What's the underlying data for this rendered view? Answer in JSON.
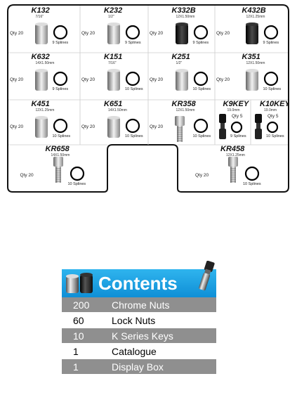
{
  "tray": {
    "items": [
      {
        "code": "K132",
        "size": "7/16\"",
        "qty": "Qty 20",
        "splines": "9 Splines",
        "part": "nut-chrome"
      },
      {
        "code": "K232",
        "size": "1/2\"",
        "qty": "Qty 20",
        "splines": "9 Splines",
        "part": "nut-chrome"
      },
      {
        "code": "K332B",
        "size": "12X1.50mm",
        "qty": "Qty 20",
        "splines": "9 Splines",
        "part": "nut-black"
      },
      {
        "code": "K432B",
        "size": "12X1.25mm",
        "qty": "Qty 20",
        "splines": "9 Splines",
        "part": "nut-black"
      },
      {
        "code": "K632",
        "size": "14X1.50mm",
        "qty": "Qty 20",
        "splines": "9 Splines",
        "part": "nut-chrome"
      },
      {
        "code": "K151",
        "size": "7/16\"",
        "qty": "Qty 20",
        "splines": "10 Splines",
        "part": "nut-chrome"
      },
      {
        "code": "K251",
        "size": "1/2\"",
        "qty": "Qty 20",
        "splines": "10 Splines",
        "part": "nut-chrome"
      },
      {
        "code": "K351",
        "size": "12X1.50mm",
        "qty": "Qty 20",
        "splines": "10 Splines",
        "part": "nut-chrome"
      },
      {
        "code": "K451",
        "size": "12X1.25mm",
        "qty": "Qty 20",
        "splines": "10 Splines",
        "part": "nut-chrome"
      },
      {
        "code": "K651",
        "size": "14X1.50mm",
        "qty": "Qty 20",
        "splines": "10 Splines",
        "part": "nut-chrome"
      },
      {
        "code": "KR358",
        "size": "12X1.50mm",
        "qty": "Qty 20",
        "splines": "10 Splines",
        "part": "bolt"
      },
      {
        "code": "K9KEY",
        "size": "19.0mm",
        "qty": "Qty 5",
        "splines": "9 Splines",
        "part": "key"
      },
      {
        "code": "K10KEY",
        "size": "19.0mm",
        "qty": "Qty 5",
        "splines": "10 Splines",
        "part": "key"
      },
      {
        "code": "KR658",
        "size": "14X1.50mm",
        "qty": "Qty 20",
        "splines": "10 Splines",
        "part": "bolt"
      },
      {
        "code": "KR458",
        "size": "12X1.25mm",
        "qty": "Qty 20",
        "splines": "10 Splines",
        "part": "bolt"
      }
    ]
  },
  "contents": {
    "title": "Contents",
    "rows": [
      {
        "qty": "200",
        "name": "Chrome Nuts"
      },
      {
        "qty": "60",
        "name": "Lock Nuts"
      },
      {
        "qty": "10",
        "name": "K Series Keys"
      },
      {
        "qty": "1",
        "name": "Catalogue"
      },
      {
        "qty": "1",
        "name": "Display Box"
      }
    ]
  },
  "colors": {
    "banner": "#1aa3e8",
    "row_dark": "#8f8f8f",
    "tray_outline": "#111111"
  }
}
